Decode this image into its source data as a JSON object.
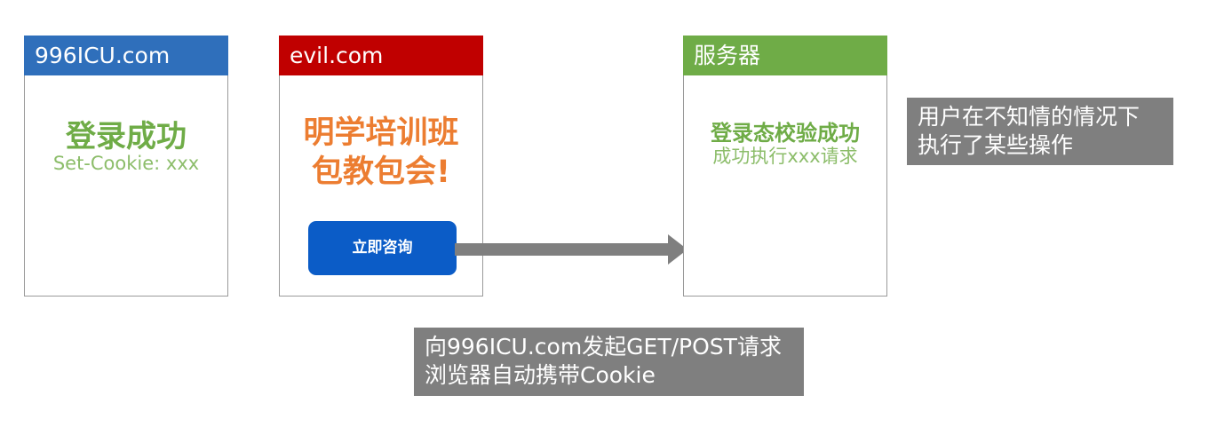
{
  "panels": {
    "site": {
      "header": "996ICU.com",
      "title": "登录成功",
      "subtitle": "Set-Cookie: xxx"
    },
    "evil": {
      "header": "evil.com",
      "ad_line1": "明学培训班",
      "ad_line2": "包教包会!",
      "button_label": "立即咨询"
    },
    "server": {
      "header": "服务器",
      "title": "登录态校验成功",
      "subtitle": "成功执行xxx请求"
    }
  },
  "notes": {
    "user": {
      "line1": "用户在不知情的情况下",
      "line2": "执行了某些操作"
    },
    "request": {
      "line1": "向996ICU.com发起GET/POST请求",
      "line2": "浏览器自动携带Cookie"
    }
  },
  "colors": {
    "site_header": "#2f6fbb",
    "evil_header": "#c00000",
    "server_header": "#6fac47",
    "success_green": "#6fac47",
    "ad_orange": "#ec7d31",
    "button_blue": "#0b5cc7",
    "note_gray": "#7f7f7f",
    "arrow_gray": "#7f7f7f"
  },
  "icons": {
    "arrow": "right-arrow-icon"
  }
}
